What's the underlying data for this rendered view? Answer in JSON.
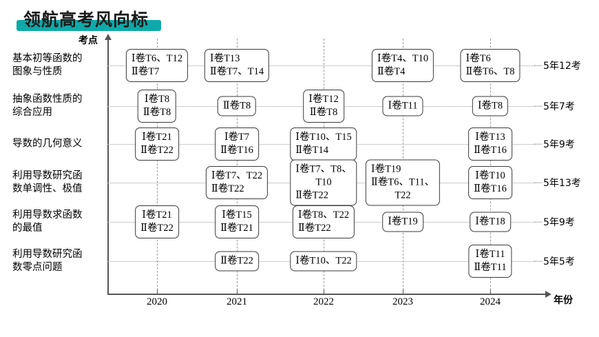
{
  "title": {
    "text": "领航高考风向标",
    "highlight_color": "#10a9a9"
  },
  "axes": {
    "y_label": "考点",
    "x_label": "年份",
    "x_ticks": [
      "2020",
      "2021",
      "2022",
      "2023",
      "2024"
    ]
  },
  "chart_data": {
    "type": "table",
    "title": "领航高考风向标",
    "xlabel": "年份",
    "ylabel": "考点",
    "categories": [
      "2020",
      "2021",
      "2022",
      "2023",
      "2024"
    ],
    "rows": [
      {
        "topic": "基本初等函数的图象与性质",
        "topic_lines": [
          "基本初等函数的",
          "图象与性质"
        ],
        "summary": "5年12考",
        "cells": [
          {
            "year": "2020",
            "lines": [
              "Ⅰ卷T6、T12",
              "Ⅱ卷T7"
            ],
            "align": "left"
          },
          {
            "year": "2021",
            "lines": [
              "Ⅰ卷T13",
              "Ⅱ卷T7、T14"
            ],
            "align": "left"
          },
          {
            "year": "2022",
            "lines": [],
            "align": "left"
          },
          {
            "year": "2023",
            "lines": [
              "Ⅰ卷T4、T10",
              "Ⅱ卷T4"
            ],
            "align": "left"
          },
          {
            "year": "2024",
            "lines": [
              "Ⅰ卷T6",
              "Ⅱ卷T6、T8"
            ],
            "align": "left"
          }
        ]
      },
      {
        "topic": "抽象函数性质的综合应用",
        "topic_lines": [
          "抽象函数性质的",
          "综合应用"
        ],
        "summary": "5年7考",
        "cells": [
          {
            "year": "2020",
            "lines": [
              "Ⅰ卷T8",
              "Ⅱ卷T8"
            ],
            "align": "center"
          },
          {
            "year": "2021",
            "lines": [
              "Ⅱ卷T8"
            ],
            "align": "center"
          },
          {
            "year": "2022",
            "lines": [
              "Ⅰ卷T12",
              "Ⅱ卷T8"
            ],
            "align": "center"
          },
          {
            "year": "2023",
            "lines": [
              "Ⅰ卷T11"
            ],
            "align": "center"
          },
          {
            "year": "2024",
            "lines": [
              "Ⅰ卷T8"
            ],
            "align": "center"
          }
        ]
      },
      {
        "topic": "导数的几何意义",
        "topic_lines": [
          "导数的几何意义"
        ],
        "summary": "5年9考",
        "cells": [
          {
            "year": "2020",
            "lines": [
              "Ⅰ卷T21",
              "Ⅱ卷T22"
            ],
            "align": "center"
          },
          {
            "year": "2021",
            "lines": [
              "Ⅰ卷T7",
              "Ⅱ卷T16"
            ],
            "align": "center"
          },
          {
            "year": "2022",
            "lines": [
              "Ⅰ卷T10、T15",
              "Ⅱ卷T14"
            ],
            "align": "left"
          },
          {
            "year": "2023",
            "lines": [],
            "align": "center"
          },
          {
            "year": "2024",
            "lines": [
              "Ⅰ卷T13",
              "Ⅱ卷T16"
            ],
            "align": "center"
          }
        ]
      },
      {
        "topic": "利用导数研究函数单调性、极值",
        "topic_lines": [
          "利用导数研究函",
          "数单调性、极值"
        ],
        "summary": "5年13考",
        "cells": [
          {
            "year": "2020",
            "lines": [],
            "align": "center"
          },
          {
            "year": "2021",
            "lines": [
              "Ⅰ卷T7、T22",
              "Ⅱ卷T22"
            ],
            "align": "left"
          },
          {
            "year": "2022",
            "lines": [
              "Ⅰ卷T7、T8、",
              "T10",
              "Ⅱ卷T22"
            ],
            "align": "left",
            "center_lines": [
              1
            ]
          },
          {
            "year": "2023",
            "lines": [
              "Ⅰ卷T19",
              "Ⅱ卷T6、T11、",
              "T22"
            ],
            "align": "left",
            "center_lines": [
              2
            ]
          },
          {
            "year": "2024",
            "lines": [
              "Ⅰ卷T10",
              "Ⅱ卷T16"
            ],
            "align": "center"
          }
        ]
      },
      {
        "topic": "利用导数求函数的最值",
        "topic_lines": [
          "利用导数求函数",
          "的最值"
        ],
        "summary": "5年9考",
        "cells": [
          {
            "year": "2020",
            "lines": [
              "Ⅰ卷T21",
              "Ⅱ卷T22"
            ],
            "align": "center"
          },
          {
            "year": "2021",
            "lines": [
              "Ⅰ卷T15",
              "Ⅱ卷T21"
            ],
            "align": "center"
          },
          {
            "year": "2022",
            "lines": [
              "Ⅰ卷T8、T22",
              "Ⅱ卷T22"
            ],
            "align": "left"
          },
          {
            "year": "2023",
            "lines": [
              "Ⅰ卷T19"
            ],
            "align": "center"
          },
          {
            "year": "2024",
            "lines": [
              "Ⅰ卷T18"
            ],
            "align": "center"
          }
        ]
      },
      {
        "topic": "利用导数研究函数零点问题",
        "topic_lines": [
          "利用导数研究函",
          "数零点问题"
        ],
        "summary": "5年5考",
        "cells": [
          {
            "year": "2020",
            "lines": [],
            "align": "center"
          },
          {
            "year": "2021",
            "lines": [
              "Ⅱ卷T22"
            ],
            "align": "center"
          },
          {
            "year": "2022",
            "lines": [
              "Ⅰ卷T10、T22"
            ],
            "align": "center"
          },
          {
            "year": "2023",
            "lines": [],
            "align": "center"
          },
          {
            "year": "2024",
            "lines": [
              "Ⅰ卷T11",
              "Ⅱ卷T11"
            ],
            "align": "center"
          }
        ]
      }
    ]
  }
}
